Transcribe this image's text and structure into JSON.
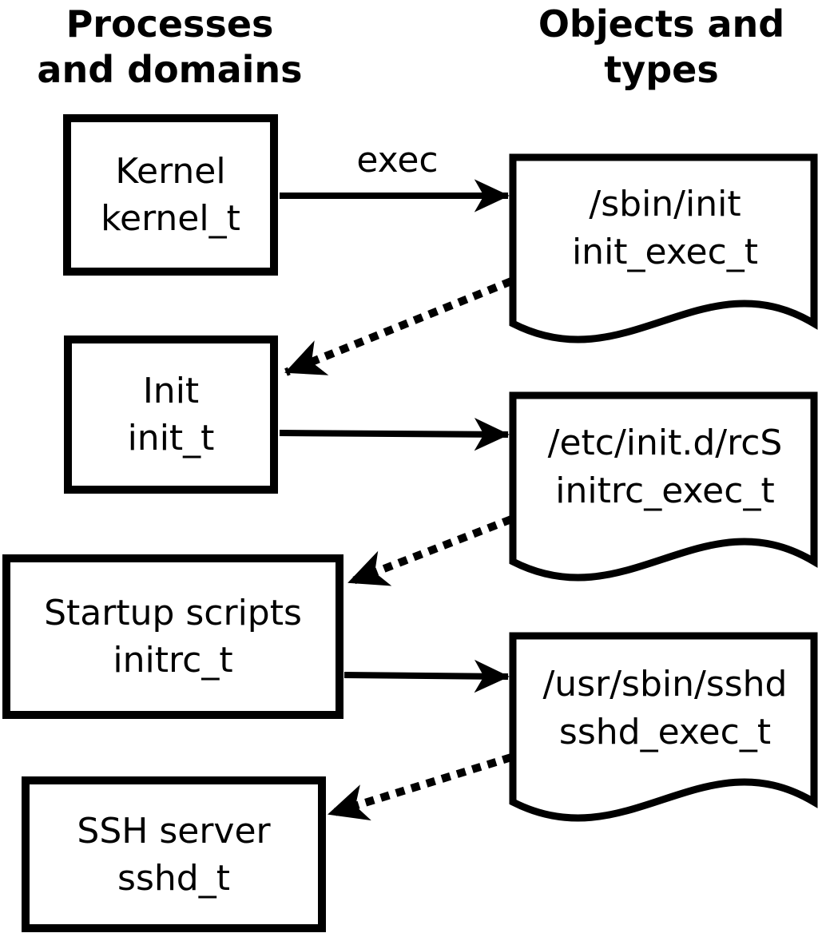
{
  "headings": {
    "left": "Processes\nand domains",
    "right": "Objects and\ntypes"
  },
  "processes": [
    {
      "name": "Kernel",
      "type": "kernel_t"
    },
    {
      "name": "Init",
      "type": "init_t"
    },
    {
      "name": "Startup scripts",
      "type": "initrc_t"
    },
    {
      "name": "SSH server",
      "type": "sshd_t"
    }
  ],
  "objects": [
    {
      "path": "/sbin/init",
      "type": "init_exec_t"
    },
    {
      "path": "/etc/init.d/rcS",
      "type": "initrc_exec_t"
    },
    {
      "path": "/usr/sbin/sshd",
      "type": "sshd_exec_t"
    }
  ],
  "arrow_label": "exec",
  "edges": [
    {
      "from": "kernel_t",
      "to": "init_exec_t",
      "style": "solid",
      "label": "exec"
    },
    {
      "from": "init_exec_t",
      "to": "init_t",
      "style": "dotted",
      "label": ""
    },
    {
      "from": "init_t",
      "to": "initrc_exec_t",
      "style": "solid",
      "label": ""
    },
    {
      "from": "initrc_exec_t",
      "to": "initrc_t",
      "style": "dotted",
      "label": ""
    },
    {
      "from": "initrc_t",
      "to": "sshd_exec_t",
      "style": "solid",
      "label": ""
    },
    {
      "from": "sshd_exec_t",
      "to": "sshd_t",
      "style": "dotted",
      "label": ""
    }
  ],
  "colors": {
    "foreground": "#000000",
    "background": "#ffffff"
  }
}
